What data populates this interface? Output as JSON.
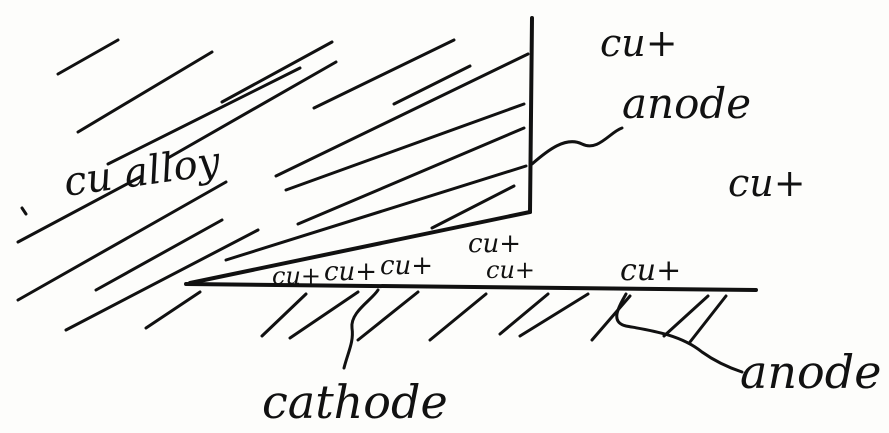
{
  "diagram": {
    "ink_color": "#111111",
    "paper_color": "#fdfdfb",
    "labels": {
      "alloy": "cu alloy",
      "anode_top": "anode",
      "anode_bottom": "anode",
      "cathode": "cathode",
      "ion_top": "cu+",
      "ion_right": "cu+",
      "ion_surface_right": "cu+",
      "ion_crevice_1": "cu+",
      "ion_crevice_2": "cu+",
      "ion_crevice_3": "cu+",
      "ion_crevice_4": "cu+",
      "ion_crevice_5": "cu+"
    }
  }
}
